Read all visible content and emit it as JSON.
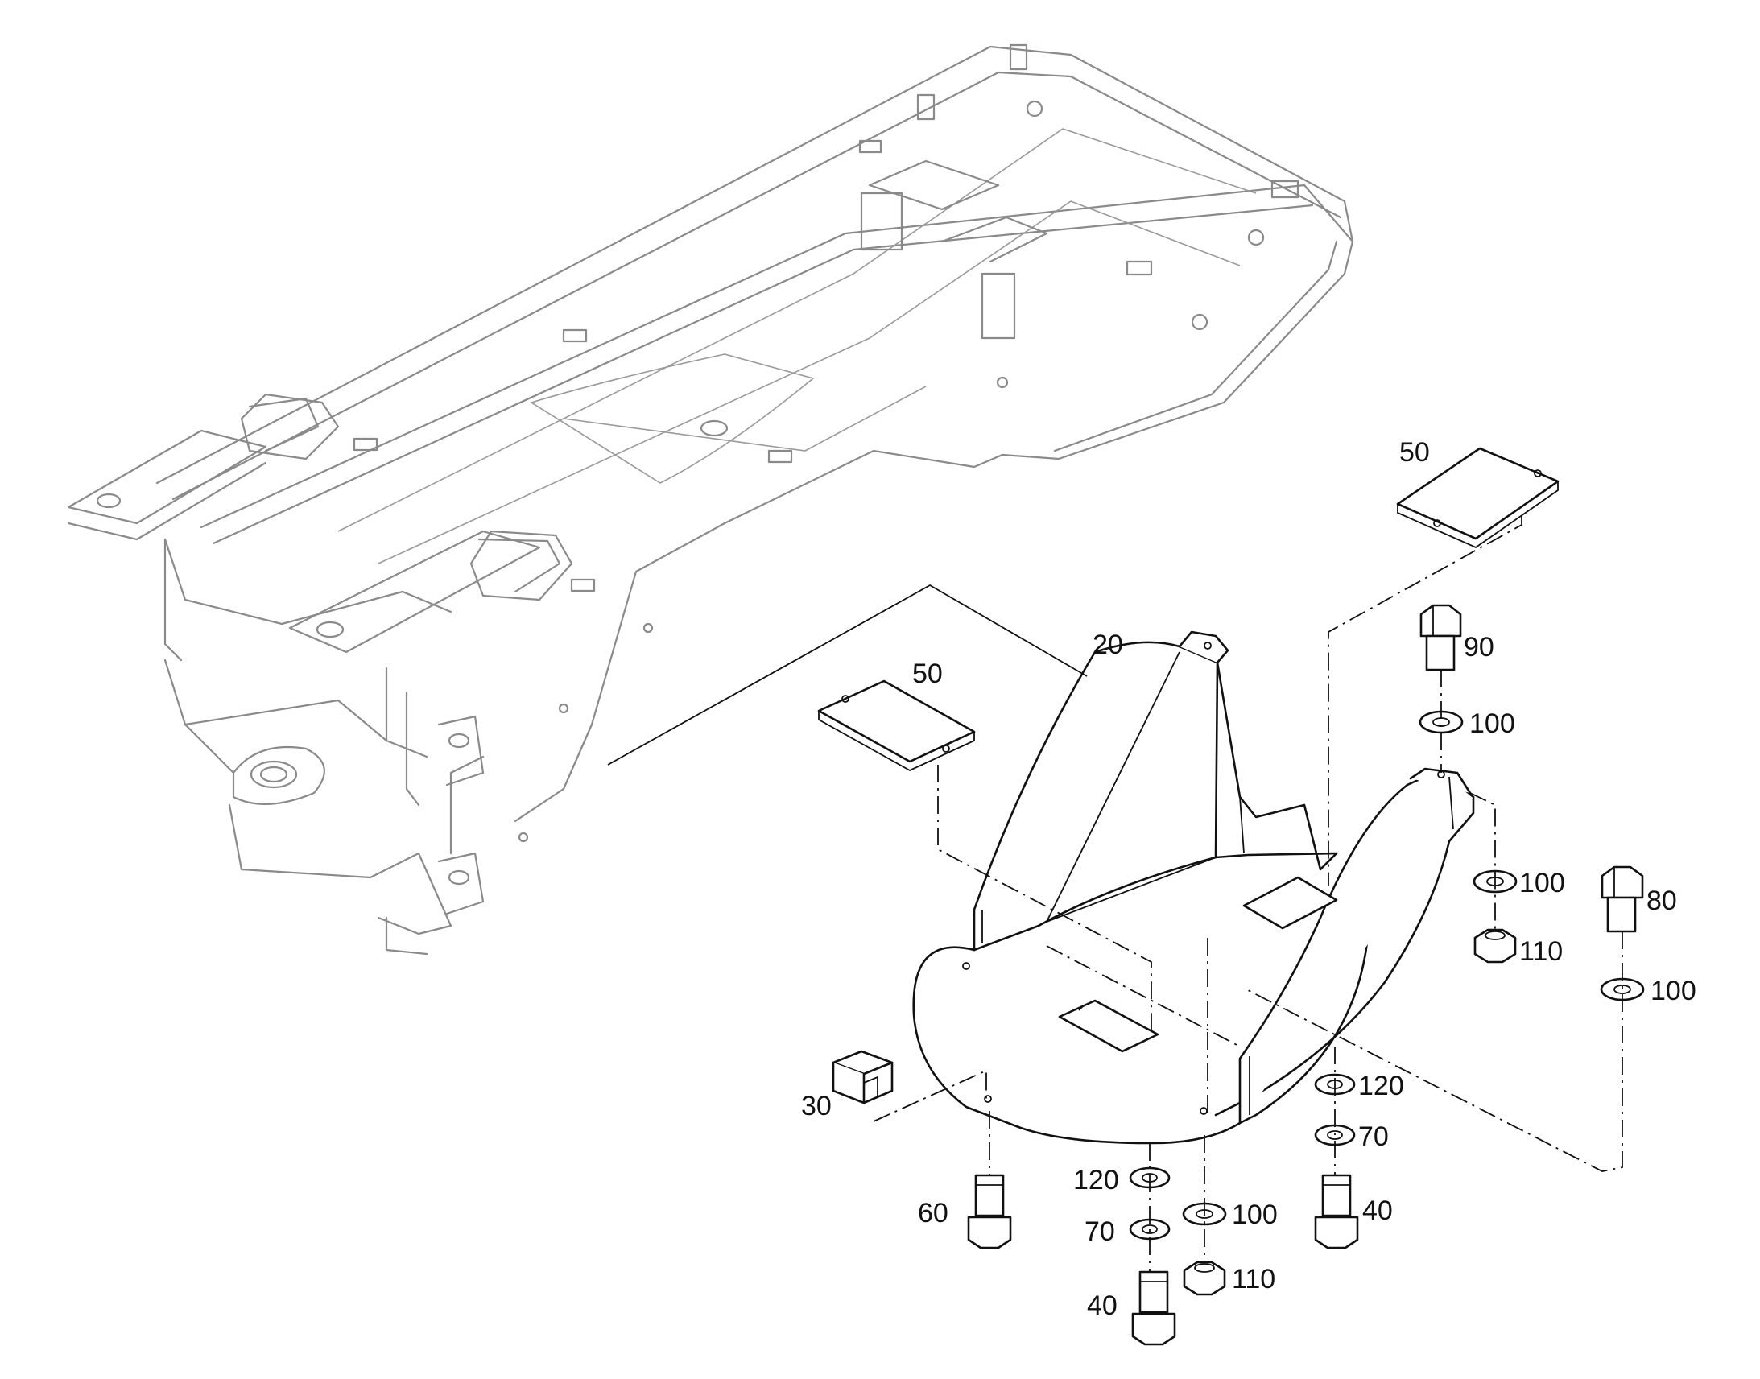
{
  "callouts": {
    "c20": "20",
    "c30": "30",
    "c40a": "40",
    "c40b": "40",
    "c50a": "50",
    "c50b": "50",
    "c60": "60",
    "c70a": "70",
    "c70b": "70",
    "c80": "80",
    "c90": "90",
    "c100a": "100",
    "c100b": "100",
    "c100c": "100",
    "c100d": "100",
    "c110a": "110",
    "c110b": "110",
    "c120a": "120",
    "c120b": "120"
  }
}
